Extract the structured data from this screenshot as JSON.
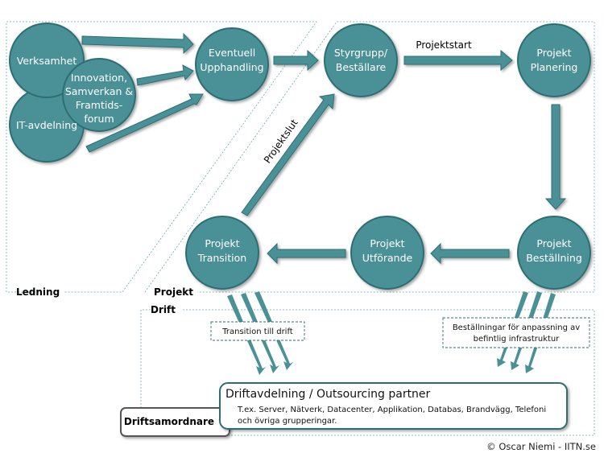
{
  "colors": {
    "node_fill": "#4a9196",
    "node_stroke": "#2d6e73",
    "arrow_fill": "#4a9196",
    "arrow_stroke": "#2d6e73",
    "dashed_border": "#6aa8ad"
  },
  "zones": {
    "ledning": "Ledning",
    "projekt": "Projekt",
    "drift": "Drift"
  },
  "nodes": {
    "verksamhet": [
      "Verksamhet"
    ],
    "it_avdelning": [
      "IT-avdelning"
    ],
    "innovation": [
      "Innovation,",
      "Samverkan &",
      "Framtids-",
      "forum"
    ],
    "upphandling": [
      "Eventuell",
      "Upphandling"
    ],
    "styrgrupp": [
      "Styrgrupp/",
      "Beställare"
    ],
    "planering": [
      "Projekt",
      "Planering"
    ],
    "bestallning": [
      "Projekt",
      "Beställning"
    ],
    "utforande": [
      "Projekt",
      "Utförande"
    ],
    "transition": [
      "Projekt",
      "Transition"
    ]
  },
  "edge_labels": {
    "projektstart": "Projektstart",
    "projektslut": "Projektslut"
  },
  "callouts": {
    "transition_till_drift": "Transition till drift",
    "bestallningar": [
      "Beställningar för anpassning av",
      "befintlig infrastruktur"
    ]
  },
  "drift_box": {
    "title": "Driftavdelning / Outsourcing partner",
    "lines": [
      "T.ex. Server, Nätverk, Datacenter, Applikation, Databas, Brandvägg, Telefoni",
      "och övriga grupperingar."
    ]
  },
  "driftsamordnare": "Driftsamordnare",
  "copyright": "© Oscar Niemi - IITN.se"
}
